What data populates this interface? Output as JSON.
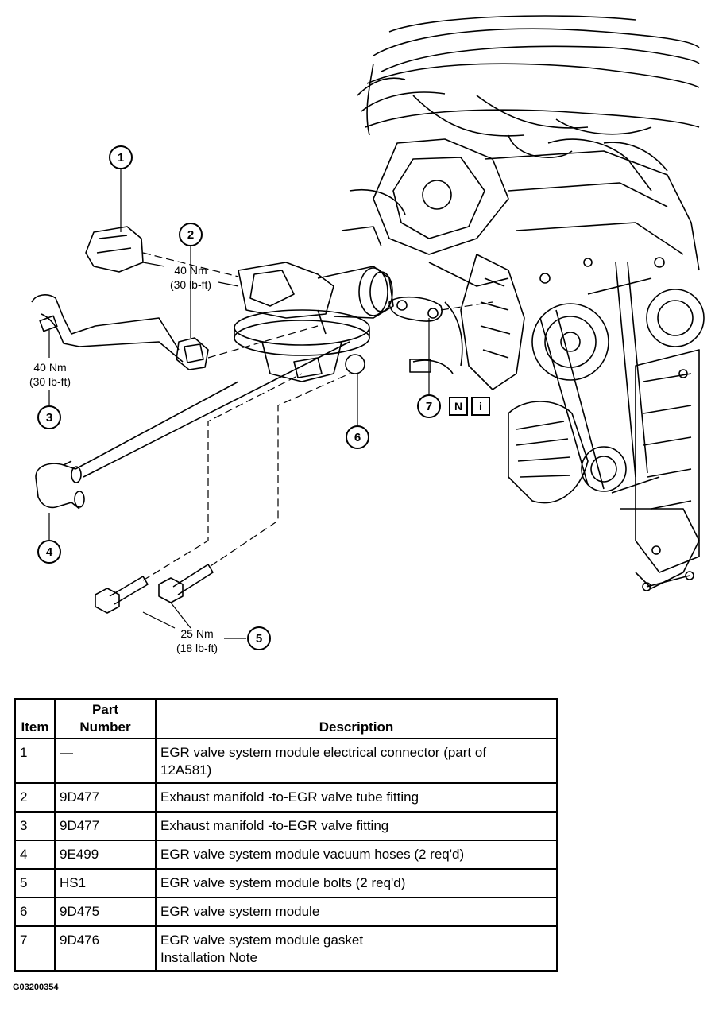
{
  "callouts": {
    "c1": "1",
    "c2": "2",
    "c3": "3",
    "c4": "4",
    "c5": "5",
    "c6": "6",
    "c7": "7"
  },
  "torques": {
    "t2_nm": "40 Nm",
    "t2_lbft": "(30 lb-ft)",
    "t3_nm": "40 Nm",
    "t3_lbft": "(30 lb-ft)",
    "t5_nm": "25 Nm",
    "t5_lbft": "(18 lb-ft)"
  },
  "info_boxes": {
    "note": "N",
    "info": "i"
  },
  "table": {
    "headers": {
      "item": "Item",
      "part_number": "Part\nNumber",
      "description": "Description"
    },
    "rows": [
      {
        "item": "1",
        "part": "—",
        "desc": "EGR valve system module electrical connector (part of\n12A581)"
      },
      {
        "item": "2",
        "part": "9D477",
        "desc": "Exhaust manifold -to-EGR valve tube fitting"
      },
      {
        "item": "3",
        "part": "9D477",
        "desc": "Exhaust manifold -to-EGR valve fitting"
      },
      {
        "item": "4",
        "part": "9E499",
        "desc": "EGR valve system module vacuum hoses (2 req'd)"
      },
      {
        "item": "5",
        "part": "HS1",
        "desc": "EGR valve system module bolts (2 req'd)"
      },
      {
        "item": "6",
        "part": "9D475",
        "desc": "EGR valve system module"
      },
      {
        "item": "7",
        "part": "9D476",
        "desc": "EGR valve system module gasket\nInstallation Note"
      }
    ]
  },
  "figure_code": "G03200354"
}
